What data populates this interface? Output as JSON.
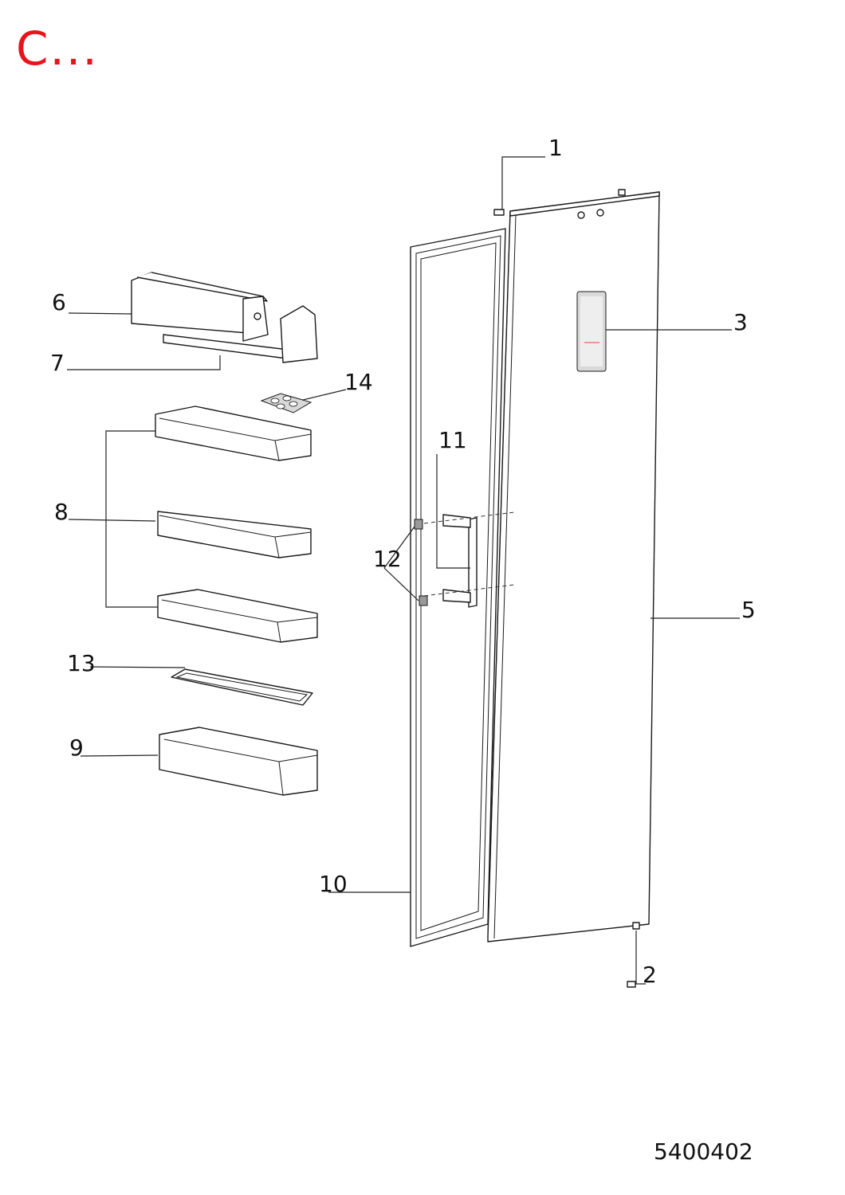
{
  "heading": "C...",
  "drawing_number": "5400402",
  "colors": {
    "heading": "#e8141c",
    "line": "#1a1a1a",
    "background": "#ffffff"
  },
  "callouts": [
    "1",
    "2",
    "3",
    "5",
    "6",
    "7",
    "8",
    "9",
    "10",
    "11",
    "12",
    "13",
    "14"
  ]
}
